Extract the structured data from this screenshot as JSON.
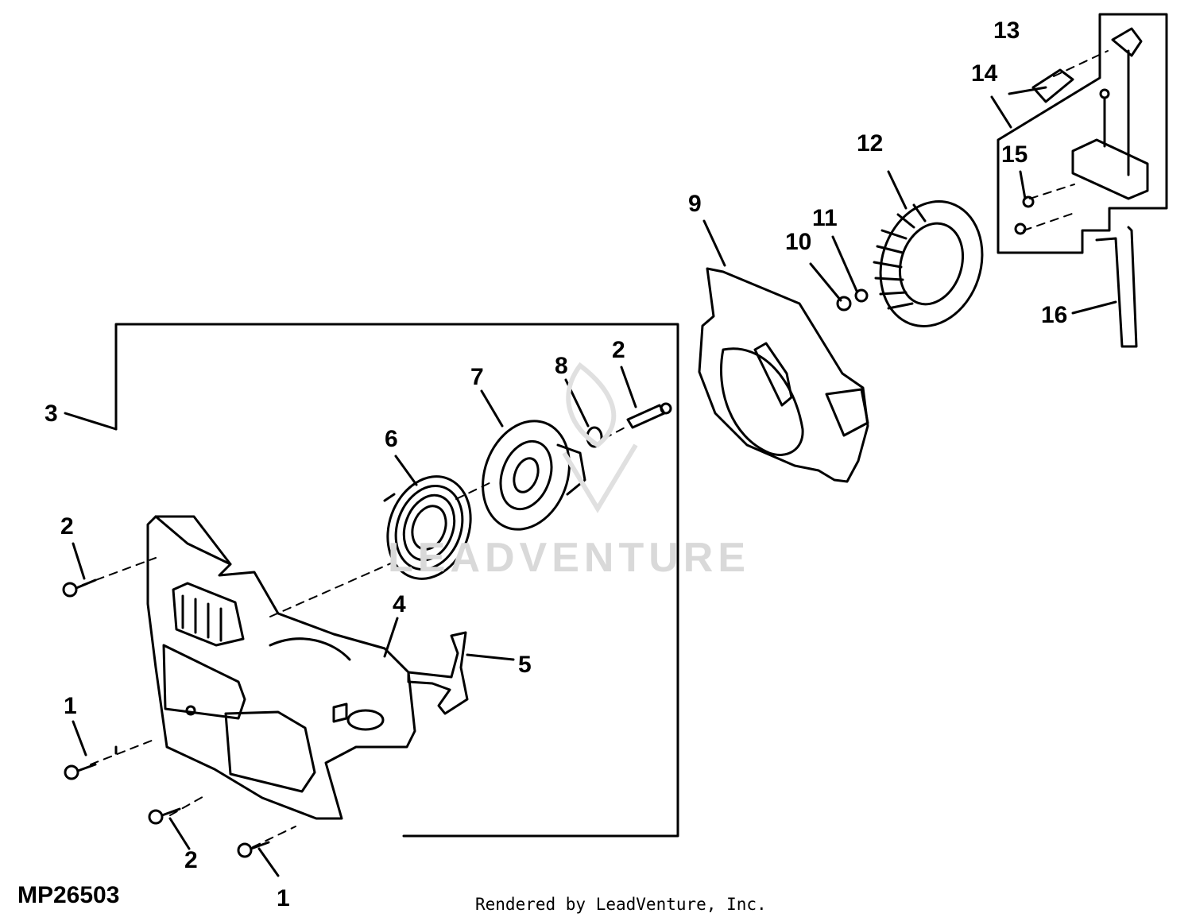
{
  "figure_id": "MP26503",
  "credit": "Rendered by LeadVenture, Inc.",
  "watermark": "LEADVENTURE",
  "callouts": [
    {
      "id": "c13",
      "label": "13"
    },
    {
      "id": "c14",
      "label": "14"
    },
    {
      "id": "c12",
      "label": "12"
    },
    {
      "id": "c15",
      "label": "15"
    },
    {
      "id": "c9",
      "label": "9"
    },
    {
      "id": "c11",
      "label": "11"
    },
    {
      "id": "c10",
      "label": "10"
    },
    {
      "id": "c16",
      "label": "16"
    },
    {
      "id": "c2a",
      "label": "2"
    },
    {
      "id": "c8",
      "label": "8"
    },
    {
      "id": "c7",
      "label": "7"
    },
    {
      "id": "c3",
      "label": "3"
    },
    {
      "id": "c6",
      "label": "6"
    },
    {
      "id": "c2b",
      "label": "2"
    },
    {
      "id": "c4",
      "label": "4"
    },
    {
      "id": "c5",
      "label": "5"
    },
    {
      "id": "c1a",
      "label": "1"
    },
    {
      "id": "c2c",
      "label": "2"
    },
    {
      "id": "c1b",
      "label": "1"
    }
  ]
}
